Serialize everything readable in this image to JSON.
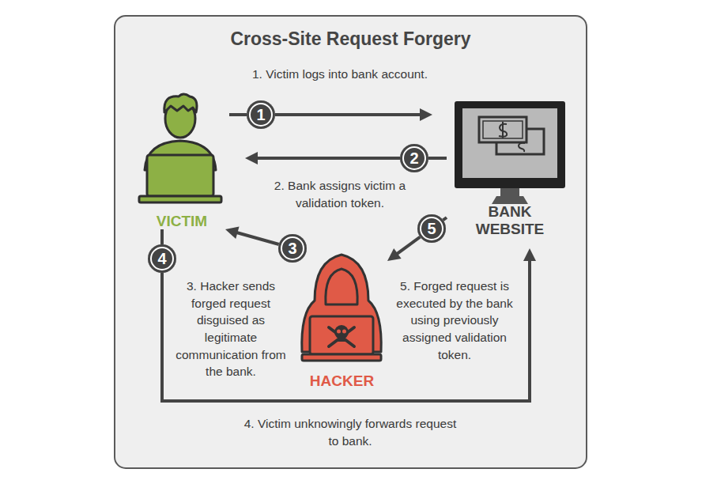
{
  "diagram": {
    "title": "Cross-Site Request Forgery",
    "nodes": [
      {
        "text": [
          "VICTIM"
        ]
      },
      {
        "text": [
          "BANK WEBSITE"
        ]
      },
      {
        "text": [
          "HACKER"
        ]
      }
    ],
    "edges": [
      {
        "from": 0,
        "to": 1,
        "arrow": "to",
        "label": "1. Victim logs into bank account."
      },
      {
        "from": 1,
        "to": 0,
        "arrow": "to",
        "label": "2. Bank assigns victim a validation token."
      },
      {
        "from": 2,
        "to": 0,
        "arrow": "to",
        "label": "3. Hacker sends forged request disguised as legitimate communication from the bank."
      },
      {
        "from": 0,
        "to": 1,
        "arrow": "to",
        "label": "4. Victim unknowingly forwards request to bank."
      },
      {
        "from": 1,
        "to": 2,
        "arrow": "to",
        "label": "5. Forged request is executed by the bank using previously assigned validation token."
      }
    ],
    "labels": [
      "1",
      "2",
      "3",
      "4",
      "5"
    ]
  }
}
